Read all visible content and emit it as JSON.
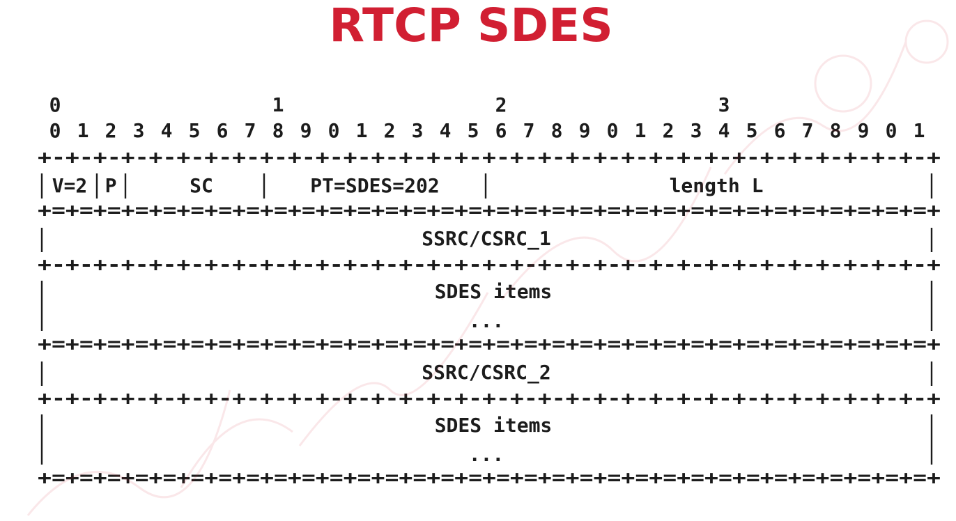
{
  "title": "RTCP SDES",
  "bit_ruler": {
    "tens": [
      "0",
      "1",
      "2",
      "3"
    ],
    "units": [
      "0",
      "1",
      "2",
      "3",
      "4",
      "5",
      "6",
      "7",
      "8",
      "9",
      "0",
      "1",
      "2",
      "3",
      "4",
      "5",
      "6",
      "7",
      "8",
      "9",
      "0",
      "1",
      "2",
      "3",
      "4",
      "5",
      "6",
      "7",
      "8",
      "9",
      "0",
      "1"
    ]
  },
  "separators": {
    "thin": "+-+-+-+-+-+-+-+-+-+-+-+-+-+-+-+-+-+-+-+-+-+-+-+-+-+-+-+-+-+-+-+-+",
    "thick": "+=+=+=+=+=+=+=+=+=+=+=+=+=+=+=+=+=+=+=+=+=+=+=+=+=+=+=+=+=+=+=+=+"
  },
  "header_fields": {
    "version": "V=2",
    "padding": "P",
    "source_count": "SC",
    "packet_type": "PT=SDES=202",
    "length": "length L"
  },
  "chunks": [
    {
      "ssrc": "SSRC/CSRC_1",
      "items": "SDES items",
      "more": "..."
    },
    {
      "ssrc": "SSRC/CSRC_2",
      "items": "SDES items",
      "more": "..."
    }
  ],
  "colors": {
    "title": "#d11f32",
    "text": "#1c1c1c"
  }
}
